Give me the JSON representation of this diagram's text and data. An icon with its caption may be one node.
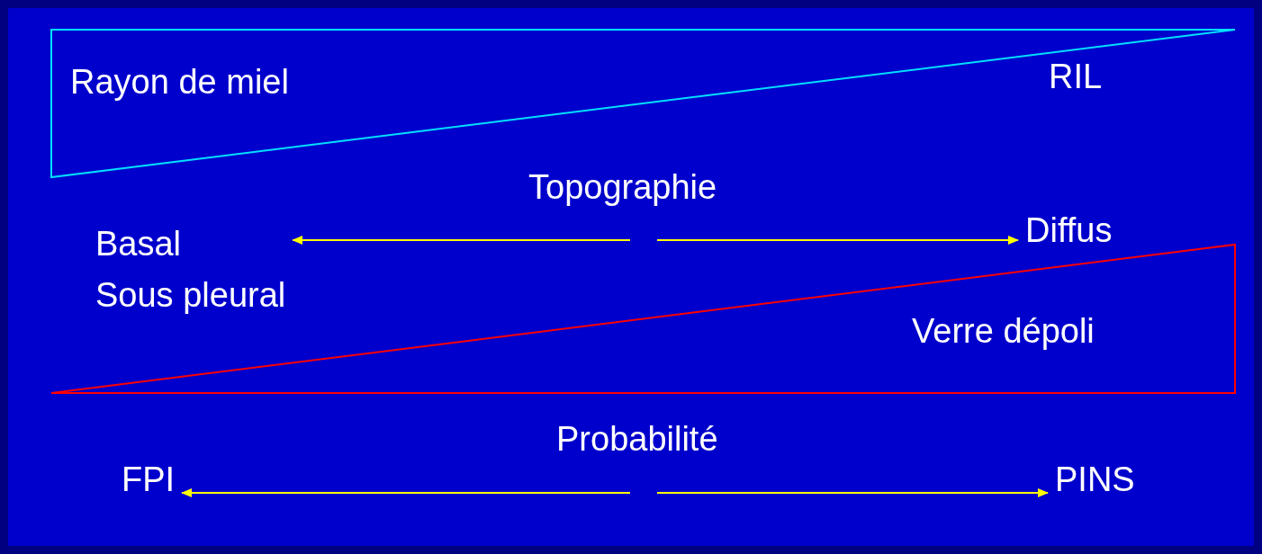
{
  "diagram": {
    "nodes": [
      {
        "text": [
          "Rayon de miel"
        ],
        "beside": [
          "RIL"
        ]
      },
      {
        "text": [
          "Topographie"
        ]
      },
      {
        "text": [
          "Basal",
          "Sous pleural"
        ]
      },
      {
        "text": [
          "Diffus"
        ]
      },
      {
        "text": [
          "Verre dépoli"
        ]
      },
      {
        "text": [
          "Probabilité"
        ]
      },
      {
        "text": [
          "FPI"
        ]
      },
      {
        "text": [
          "PINS"
        ]
      }
    ],
    "edges": [
      {
        "from": null,
        "to": 2,
        "arrow": "to"
      },
      {
        "from": null,
        "to": 3,
        "arrow": "to"
      },
      {
        "from": null,
        "to": 6,
        "arrow": "to"
      },
      {
        "from": null,
        "to": 7,
        "arrow": "to"
      }
    ]
  }
}
